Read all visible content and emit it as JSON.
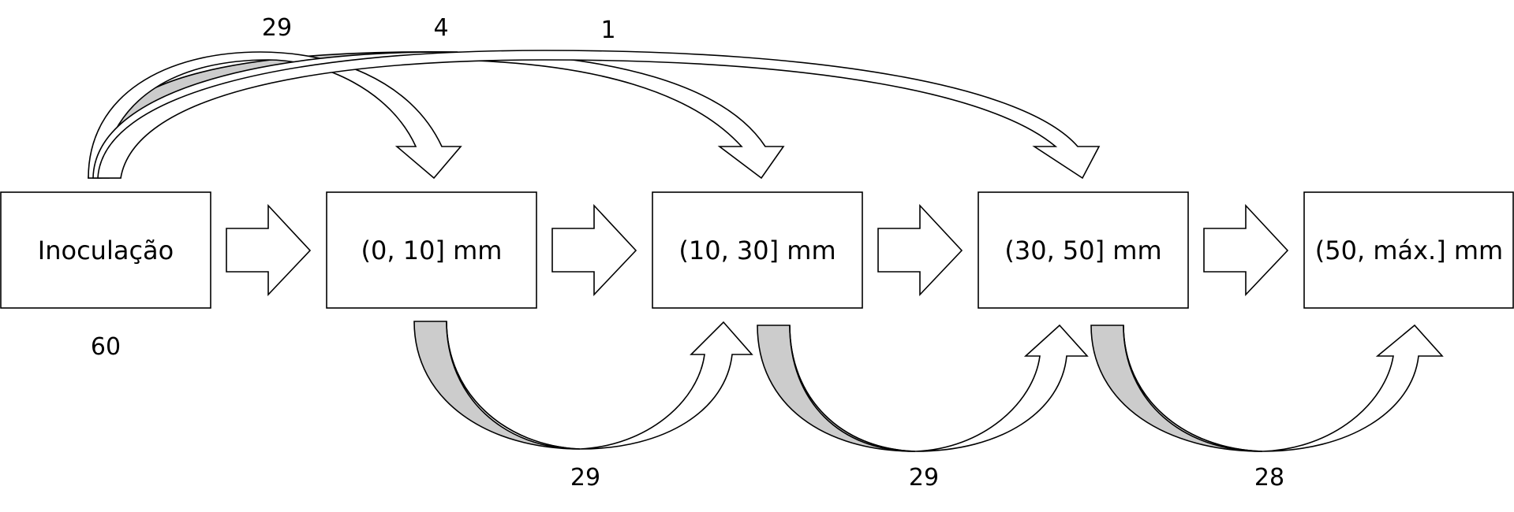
{
  "colors": {
    "shade": "#cccccc",
    "stroke": "#000000",
    "background": "#ffffff"
  },
  "states": [
    {
      "id": "inoculation",
      "label": "Inoculação",
      "count": "60"
    },
    {
      "id": "range-0-10",
      "label": "(0, 10] mm"
    },
    {
      "id": "range-10-30",
      "label": "(10, 30] mm"
    },
    {
      "id": "range-30-50",
      "label": "(30, 50] mm"
    },
    {
      "id": "range-50-max",
      "label": "(50, máx.] mm"
    }
  ],
  "top_transitions": [
    {
      "from": "inoculation",
      "to": "range-0-10",
      "count": "29"
    },
    {
      "from": "inoculation",
      "to": "range-10-30",
      "count": "4"
    },
    {
      "from": "inoculation",
      "to": "range-30-50",
      "count": "1"
    }
  ],
  "bottom_transitions": [
    {
      "from": "range-0-10",
      "to": "range-10-30",
      "count": "29"
    },
    {
      "from": "range-10-30",
      "to": "range-30-50",
      "count": "29"
    },
    {
      "from": "range-30-50",
      "to": "range-50-max",
      "count": "28"
    }
  ]
}
